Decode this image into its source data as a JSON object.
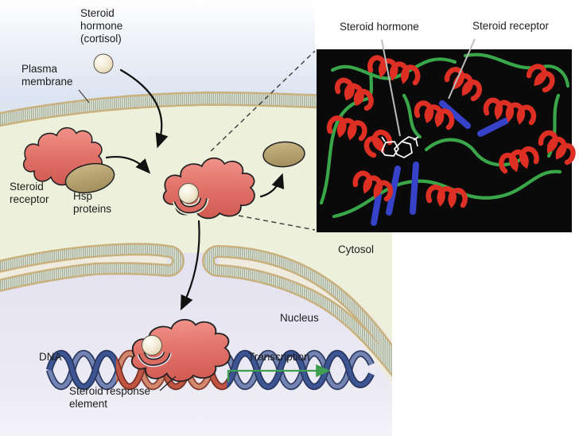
{
  "cell": {
    "hormone_label": "Steroid\nhormone\n(cortisol)",
    "plasma_membrane_label": "Plasma\nmembrane",
    "receptor_label": "Steroid\nreceptor",
    "hsp_label": "Hsp\nproteins",
    "cytosol_label": "Cytosol",
    "nucleus_label": "Nucleus",
    "dna_label": "DNA",
    "transcription_label": "Transcription",
    "sre_label": "Steroid response\nelement"
  },
  "inset": {
    "hormone_label": "Steroid hormone",
    "receptor_label": "Steroid receptor"
  },
  "colors": {
    "receptor_red": "#e0716a",
    "hsp_tan": "#b3a06b",
    "hormone_cream": "#ece0c8",
    "membrane_tan": "#c8b17e",
    "extracellular_blue": "#dde4f1",
    "cytosol_green": "#edf1db",
    "nucleus_lavender": "#e5e2f0",
    "dna_blue": "#3d5693",
    "sre_red": "#c05544",
    "transcription_green": "#3f9e50",
    "inset_background": "#0a0a0a",
    "helix_red": "#dd2f23",
    "loop_green": "#3aa64a",
    "sheet_blue": "#3642c8",
    "ligand_white": "#ffffff"
  }
}
